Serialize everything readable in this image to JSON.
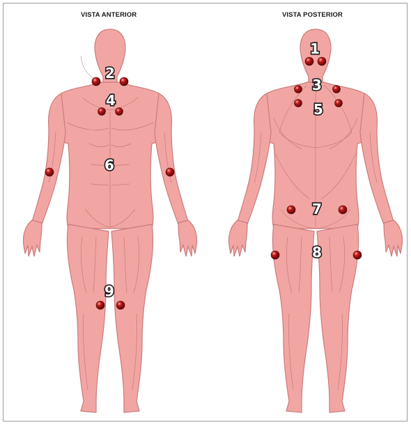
{
  "views": {
    "anterior_title": "VISTA ANTERIOR",
    "posterior_title": "VISTA POSTERIOR"
  },
  "points": {
    "p1": "1",
    "p2": "2",
    "p3": "3",
    "p4": "4",
    "p5": "5",
    "p6": "6",
    "p7": "7",
    "p8": "8",
    "p9": "9"
  },
  "colors": {
    "body_fill": "#f2a6a4",
    "body_outline": "#c97b7b",
    "muscle_line": "#b86a6a",
    "marker": "#8c0d0d",
    "marker_highlight": "#f3b2b2"
  },
  "icons": {
    "marker": "tender-point-marker-icon"
  }
}
